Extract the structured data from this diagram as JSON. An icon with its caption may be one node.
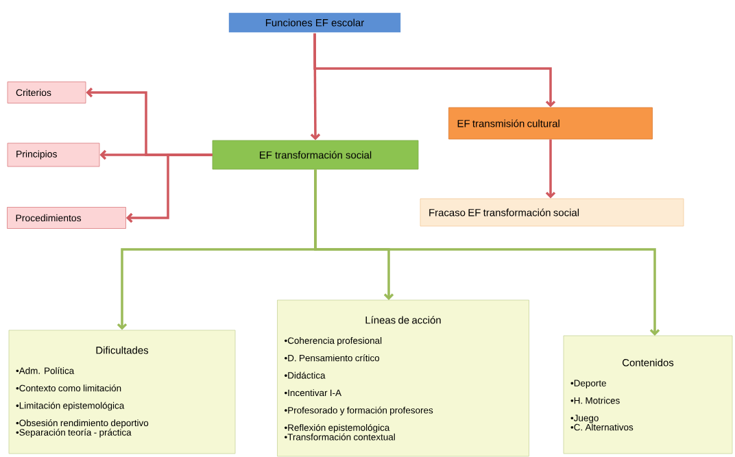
{
  "diagram": {
    "nodes": [
      {
        "text": [
          "Funciones EF escolar"
        ]
      },
      {
        "text": [
          "EF transformación social"
        ]
      },
      {
        "text": [
          "EF transmisión cultural"
        ]
      },
      {
        "text": [
          "Fracaso EF transformación social"
        ]
      },
      {
        "text": [
          "Criterios"
        ]
      },
      {
        "text": [
          "Principios"
        ]
      },
      {
        "text": [
          "Procedimientos"
        ]
      },
      {
        "text": [
          "Dificultades",
          "•Adm. Política",
          "•Contexto como limitación",
          "•Limitación epistemológica",
          "•Obsesión rendimiento deportivo",
          "•Separación teoría - práctica"
        ]
      },
      {
        "text": [
          "Líneas de acción",
          "•Coherencia profesional",
          "•D. Pensamiento crítico",
          "•Didáctica",
          "•Incentivar I-A",
          "•Profesorado y formación profesores",
          "•Reflexión epistemológica",
          "•Transformación contextual"
        ]
      },
      {
        "text": [
          "Contenidos",
          "•Deporte",
          "•H. Motrices",
          "•Juego",
          "•C. Alternativos"
        ]
      }
    ],
    "edges": [
      {
        "from": 0,
        "to": 1,
        "arrow": "to"
      },
      {
        "from": 0,
        "to": 2,
        "arrow": "to"
      },
      {
        "from": 2,
        "to": 3,
        "arrow": "to"
      },
      {
        "from": 1,
        "to": 4,
        "arrow": "to"
      },
      {
        "from": 1,
        "to": 5,
        "arrow": "to"
      },
      {
        "from": 1,
        "to": 6,
        "arrow": "to"
      },
      {
        "from": 1,
        "to": 7,
        "arrow": "to",
        "color": "#9bbb59"
      },
      {
        "from": 1,
        "to": 8,
        "arrow": "to",
        "color": "#9bbb59"
      },
      {
        "from": 1,
        "to": 9,
        "arrow": "to",
        "color": "#9bbb59"
      }
    ]
  }
}
